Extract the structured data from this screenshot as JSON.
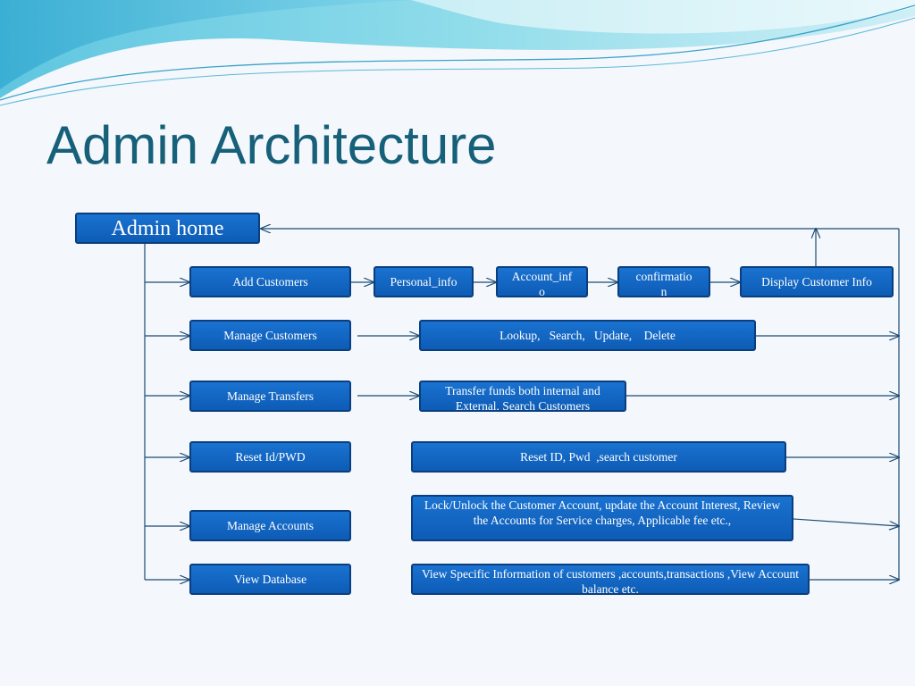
{
  "title": "Admin Architecture",
  "nodes": {
    "admin_home": "Admin home",
    "add_customers": "Add Customers",
    "personal_info": "Personal_info",
    "account_info": "Account_inf\no",
    "confirmation": "confirmatio\nn",
    "display_customer_info": "Display Customer Info",
    "manage_customers": "Manage Customers",
    "lookup": "Lookup,   Search,   Update,    Delete",
    "manage_transfers": "Manage Transfers",
    "transfer_funds": "Transfer funds both internal and External, Search Customers",
    "reset_id_pwd": "Reset Id/PWD",
    "reset_id_search": "Reset ID, Pwd  ,search customer",
    "manage_accounts": "Manage Accounts",
    "lock_unlock": "Lock/Unlock the Customer Account, update the  Account Interest,  Review the Accounts for  Service charges, Applicable fee etc.,",
    "view_database": "View Database",
    "view_specific": "View Specific Information of customers ,accounts,transactions ,View Account balance etc."
  },
  "colors": {
    "box_fill": "#1466c6",
    "box_border": "#0a3e7e",
    "line": "#1c4a73",
    "title": "#17607a"
  }
}
